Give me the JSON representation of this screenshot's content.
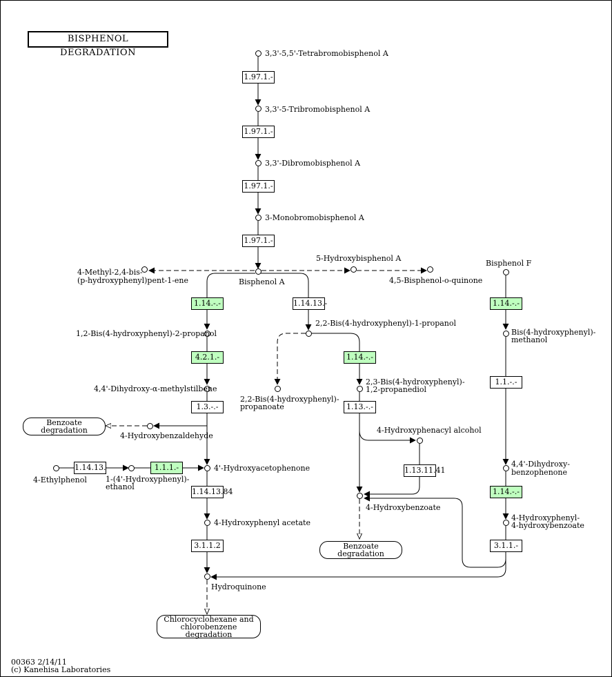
{
  "title": "BISPHENOL  DEGRADATION",
  "footer": {
    "line1": "00363 2/14/11",
    "line2": "(c) Kanehisa Laboratories"
  },
  "compounds": {
    "tetrabromo": "3,3'-5,5'-Tetrabromobisphenol A",
    "tribromo": "3,3'-5-Tribromobisphenol A",
    "dibromo": "3,3'-Dibromobisphenol A",
    "monobromo": "3-Monobromobisphenol A",
    "bisphenol_a": "Bisphenol A",
    "methyl_bis_1": "4-Methyl-2,4-bis-",
    "methyl_bis_2": "(p-hydroxyphenyl)pent-1-ene",
    "hydroxy_bpa": "5-Hydroxybisphenol A",
    "quinone": "4,5-Bisphenol-o-quinone",
    "bisphenol_f": "Bisphenol F",
    "bis_2_propanol": "1,2-Bis(4-hydroxyphenyl)-2-propanol",
    "bis_1_propanol": "2,2-Bis(4-hydroxyphenyl)-1-propanol",
    "bis_methanol_1": "Bis(4-hydroxyphenyl)-",
    "bis_methanol_2": "methanol",
    "stilbene": "4,4'-Dihydroxy-α-methylstilbene",
    "propanoate_1": "2,2-Bis(4-hydroxyphenyl)-",
    "propanoate_2": "propanoate",
    "propanediol_1": "2,3-Bis(4-hydroxyphenyl)-",
    "propanediol_2": "1,2-propanediol",
    "hydroxybenzaldehyde": "4-Hydroxybenzaldehyde",
    "hydroxyphenacyl": "4-Hydroxyphenacyl alcohol",
    "benzophenone_1": "4,4'-Dihydroxy-",
    "benzophenone_2": "benzophenone",
    "ethylphenol": "4-Ethylphenol",
    "hp_ethanol_1": "1-(4'-Hydroxyphenyl)-",
    "hp_ethanol_2": "ethanol",
    "acetophenone": "4'-Hydroxyacetophenone",
    "hydroxybenzoate": "4-Hydroxybenzoate",
    "hp_acetate": "4-Hydroxyphenyl acetate",
    "hp_hb_1": "4-Hydroxyphenyl-",
    "hp_hb_2": "4-hydroxybenzoate",
    "hydroquinone": "Hydroquinone"
  },
  "enzymes": {
    "e1": "1.97.1.-",
    "e2": "1.97.1.-",
    "e3": "1.97.1.-",
    "e4": "1.97.1.-",
    "e5": "1.14.-.-",
    "e6": "1.14.13.-",
    "e7": "1.14.-.-",
    "e8": "4.2.1.-",
    "e9": "1.14.-.-",
    "e10": "1.1.-.-",
    "e11": "1.3.-.-",
    "e12": "1.13.-.-",
    "e13": "1.14.13.-",
    "e14": "1.1.1.-",
    "e15": "1.13.11.41",
    "e16": "1.14.13.84",
    "e17": "1.14.-.-",
    "e18": "3.1.1.2",
    "e19": "3.1.1.-"
  },
  "highlight_color": "#bfffbf",
  "maps": {
    "benzoate_left": "Benzoate degradation",
    "benzoate_right": "Benzoate degradation",
    "chloro_1": "Chlorocyclohexane and",
    "chloro_2": "chlorobenzene degradation"
  }
}
